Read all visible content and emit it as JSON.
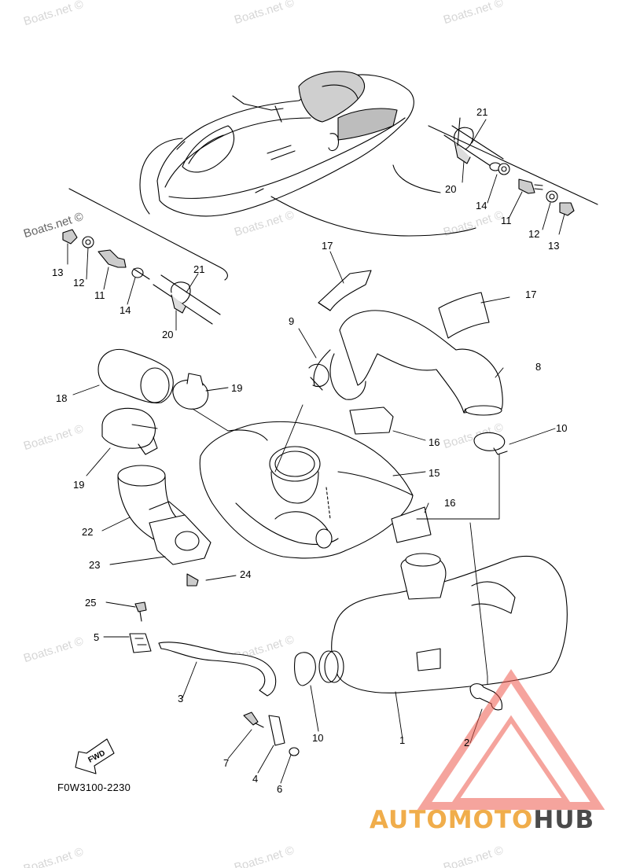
{
  "diagram": {
    "code": "F0W3100-2230",
    "fwd_arrow": "FWD",
    "watermark": "Boats.net ©",
    "brand": {
      "part1": "AUTOMOTO",
      "part2": "HUB",
      "color1": "#f0ad4b",
      "color2": "#4a4a4a",
      "logo_color": "#ee5a4e"
    },
    "labels": {
      "l1": "1",
      "l2": "2",
      "l3": "3",
      "l4": "4",
      "l5": "5",
      "l6": "6",
      "l7": "7",
      "l8": "8",
      "l9": "9",
      "l10a": "10",
      "l10b": "10",
      "l11a": "11",
      "l11b": "11",
      "l12a": "12",
      "l12b": "12",
      "l13a": "13",
      "l13b": "13",
      "l14a": "14",
      "l14b": "14",
      "l15": "15",
      "l16a": "16",
      "l16b": "16",
      "l17a": "17",
      "l17b": "17",
      "l18": "18",
      "l19a": "19",
      "l19b": "19",
      "l20a": "20",
      "l20b": "20",
      "l21a": "21",
      "l21b": "21",
      "l22": "22",
      "l23": "23",
      "l24": "24",
      "l25": "25"
    }
  }
}
